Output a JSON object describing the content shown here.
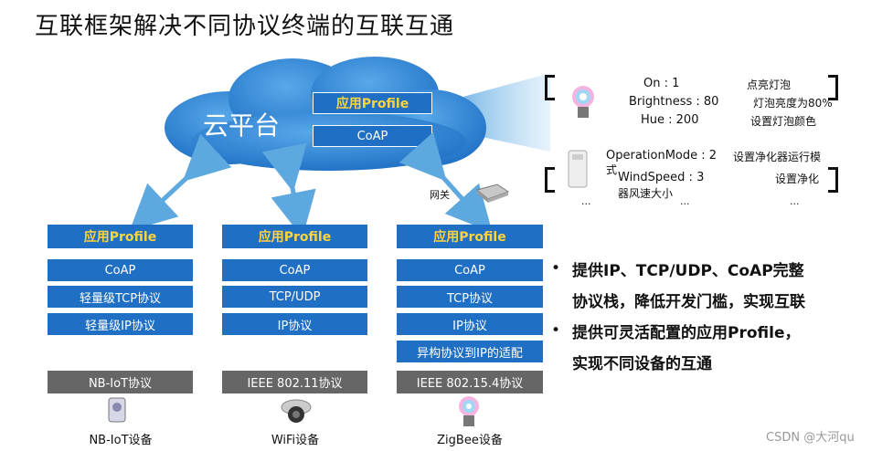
{
  "title": "互联框架解决不同协议终端的互联互通",
  "cloud": {
    "label": "云平台",
    "profile_label": "应用Profile",
    "coap_label": "CoAP"
  },
  "devices": {
    "bulb": {
      "on": "On : 1",
      "brightness": "Brightness : 80",
      "hue": "Hue : 200",
      "desc_on": "点亮灯泡",
      "desc_brightness": "灯泡亮度为80%",
      "desc_hue": "设置灯泡颜色"
    },
    "purifier": {
      "mode": "OperationMode : 2",
      "mode_wrap": "式",
      "wind": "WindSpeed : 3",
      "wind_wrap": "器风速大小",
      "desc_mode": "设置净化器运行模",
      "desc_wind": "设置净化"
    },
    "ellipsis_1": "...",
    "ellipsis_2": "...",
    "ellipsis_3": "..."
  },
  "gateway_label": "网关",
  "stacks": [
    {
      "profile": "应用Profile",
      "layers": [
        "CoAP",
        "轻量级TCP协议",
        "轻量级IP协议"
      ],
      "bottom": "NB-IoT协议",
      "device": "NB-IoT设备"
    },
    {
      "profile": "应用Profile",
      "layers": [
        "CoAP",
        "TCP/UDP",
        "IP协议"
      ],
      "bottom": "IEEE 802.11协议",
      "device": "WiFi设备"
    },
    {
      "profile": "应用Profile",
      "layers": [
        "CoAP",
        "TCP协议",
        "IP协议",
        "异构协议到IP的适配"
      ],
      "bottom": "IEEE 802.15.4协议",
      "device": "ZigBee设备"
    }
  ],
  "bullets": [
    {
      "line1": "提供IP、TCP/UDP、CoAP完整",
      "line2": "协议栈，降低开发门槛，实现互联"
    },
    {
      "line1": "提供可灵活配置的应用Profile，",
      "line2": "实现不同设备的互通"
    }
  ],
  "bullet_symbol": "•",
  "watermark": "CSDN @大河qu",
  "colors": {
    "cloud": "#1e6fc4",
    "box": "#1f6fc5",
    "profile_text": "#ffd43a",
    "protocol_bar": "#666666",
    "arrow": "#5ea8e0"
  }
}
